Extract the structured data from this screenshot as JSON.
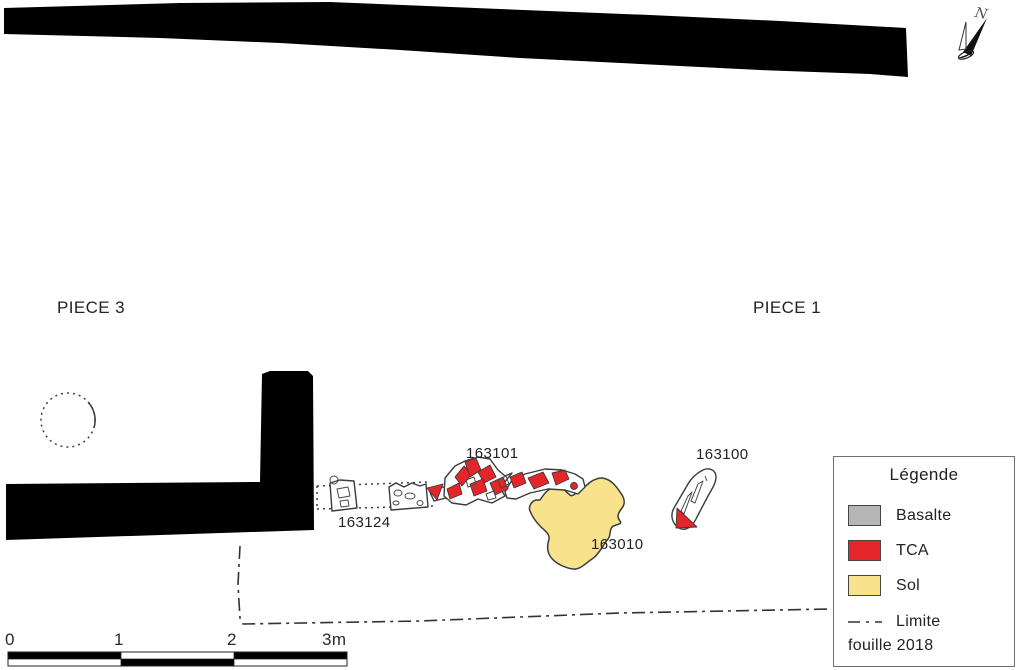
{
  "figure": {
    "rooms": {
      "piece3": "PIECE 3",
      "piece1": "PIECE 1"
    },
    "feature_labels": {
      "f163101": "163101",
      "f163124": "163124",
      "f163010": "163010",
      "f163100": "163100"
    },
    "north_label": "N"
  },
  "scalebar": {
    "ticks": [
      "0",
      "1",
      "2",
      "3m"
    ]
  },
  "legend": {
    "title": "Légende",
    "items": [
      {
        "label": "Basalte",
        "color": "#b5b5b5",
        "symbol": "swatch"
      },
      {
        "label": "TCA",
        "color": "#e4252a",
        "symbol": "swatch"
      },
      {
        "label": "Sol",
        "color": "#f8e28c",
        "symbol": "swatch"
      },
      {
        "label": "Limite",
        "label_line2": "fouille 2018",
        "symbol": "dash-dot-line"
      }
    ]
  },
  "colors": {
    "wall": "#000000",
    "basalte": "#b5b5b5",
    "tca": "#e4252a",
    "sol": "#f8e28c",
    "outline_stroke": "#3b3b3b"
  }
}
